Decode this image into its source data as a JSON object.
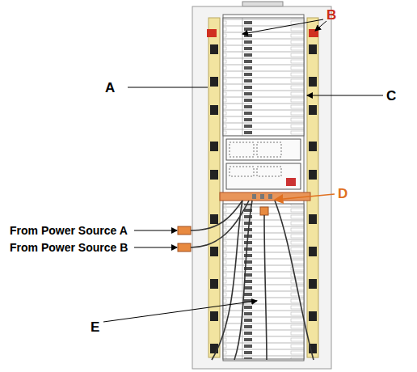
{
  "diagram": {
    "labels": [
      "B",
      "A",
      "C",
      "D",
      "From Power Source A",
      "From Power Source B",
      "E"
    ]
  }
}
